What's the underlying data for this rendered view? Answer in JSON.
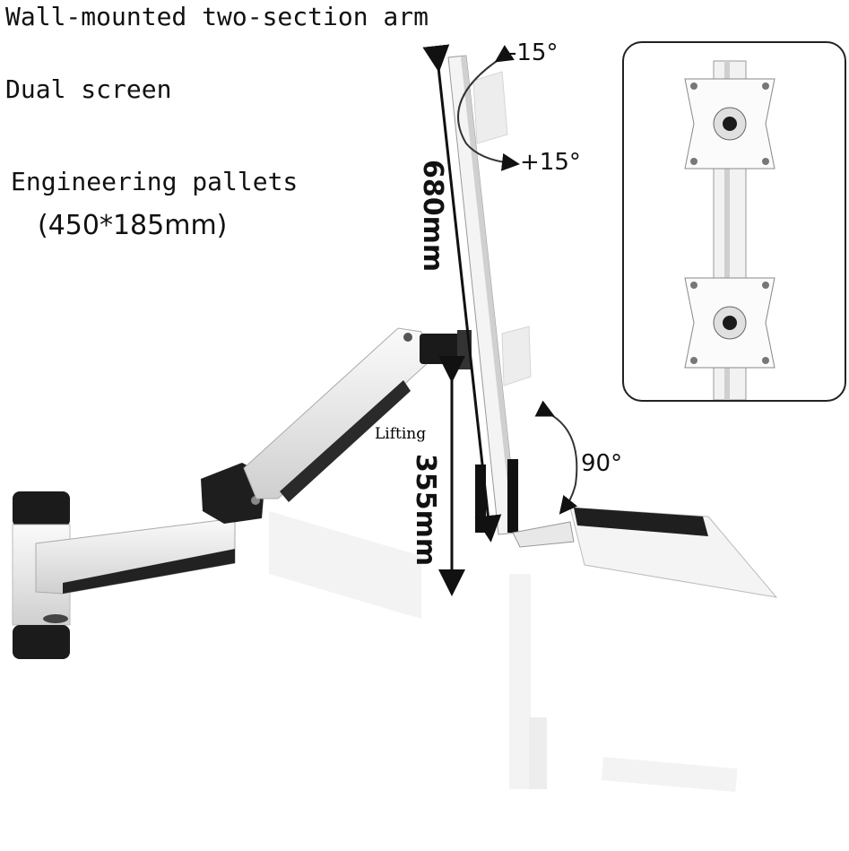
{
  "captions": {
    "line1": "Wall-mounted two-section arm",
    "line2": "Dual screen",
    "line3": "Engineering pallets",
    "line4": "(450*185mm)"
  },
  "dimensions": {
    "height_label": "680mm",
    "lifting_label": "Lifting",
    "lifting_range": "355mm"
  },
  "angles": {
    "tilt_up": "-15°",
    "tilt_down": "+15°",
    "rotation": "90°"
  },
  "icons": [
    "wall-mount-bracket-icon",
    "gas-spring-arm-icon",
    "dual-vesa-plate-icon",
    "keyboard-tray-icon"
  ]
}
